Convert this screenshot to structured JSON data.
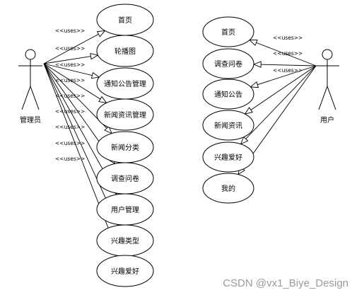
{
  "actors": {
    "admin": "管理员",
    "user": "用户"
  },
  "stereotype": "<<uses>>",
  "admin_use_cases": [
    "首页",
    "轮播图",
    "通知公告管理",
    "新闻资讯管理",
    "新闻分类",
    "调查问卷",
    "用户管理",
    "兴趣类型",
    "兴趣爱好"
  ],
  "user_use_cases": [
    "首页",
    "调查问卷",
    "通知公告",
    "新闻资讯",
    "兴趣爱好",
    "我的"
  ],
  "watermark": "CSDN @vx1_Biye_Design",
  "colors": {
    "line": "#000000",
    "background": "#ffffff",
    "watermark": "#9a9a9a"
  }
}
